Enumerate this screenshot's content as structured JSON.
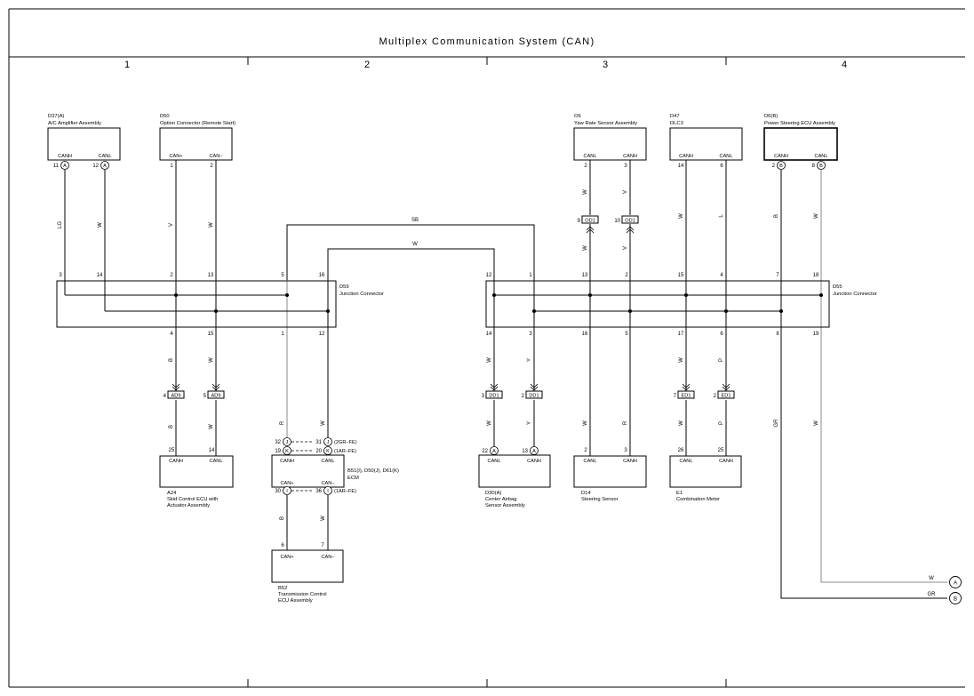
{
  "title": "Multiplex Communication System (CAN)",
  "zones": [
    "1",
    "2",
    "3",
    "4"
  ],
  "components": {
    "d37": {
      "code": "D37(A)",
      "name": "A/C Amplifier Assembly",
      "pins": [
        "CANH",
        "CANL"
      ],
      "pin_nums": [
        "11",
        "12"
      ],
      "connector": "A"
    },
    "d50": {
      "code": "D50",
      "name": "Option Connector (Remote Start)",
      "pins": [
        "CAN+",
        "CAN−"
      ],
      "pin_nums": [
        "1",
        "2"
      ]
    },
    "o6": {
      "code": "O6",
      "name": "Yaw Rate Sensor Assembly",
      "pins": [
        "CANL",
        "CANH"
      ],
      "pin_nums": [
        "2",
        "3"
      ]
    },
    "d47": {
      "code": "D47",
      "name": "DLC3",
      "pins": [
        "CANH",
        "CANL"
      ],
      "pin_nums": [
        "14",
        "6"
      ]
    },
    "d6": {
      "code": "D6(B)",
      "name": "Power Steering ECU Assembly",
      "pins": [
        "CANH",
        "CANL"
      ],
      "pin_nums": [
        "2",
        "8"
      ],
      "connector": "B"
    },
    "a24": {
      "code": "A24",
      "name_lines": [
        "Skid Control ECU with",
        "Actuator Assembly"
      ],
      "pins": [
        "CANH",
        "CANL"
      ],
      "pin_nums": [
        "25",
        "14"
      ]
    },
    "ecm": {
      "code": "B51(I), D50(J), D61(K)",
      "name": "ECM",
      "pins": [
        "CANH",
        "CANL",
        "CAN+",
        "CAN−"
      ],
      "rows": [
        {
          "l": "32",
          "lc": "J",
          "r": "31",
          "rc": "J",
          "note": "(2GR−FE)"
        },
        {
          "l": "19",
          "lc": "K",
          "r": "20",
          "rc": "K",
          "note": "(1AR−FE)"
        },
        {
          "l": "30",
          "lc": "I",
          "r": "36",
          "rc": "I",
          "note": "(1AR−FE)"
        }
      ]
    },
    "b52": {
      "code": "B52",
      "name_lines": [
        "Transmission Control",
        "ECU Assembly"
      ],
      "pins": [
        "CAN+",
        "CAN−"
      ],
      "pin_nums": [
        "6",
        "7"
      ]
    },
    "d30": {
      "code": "D30(A)",
      "name_lines": [
        "Center Airbag",
        "Sensor Assembly"
      ],
      "pins": [
        "CANL",
        "CANH"
      ],
      "pin_nums": [
        "22",
        "13"
      ],
      "connector": "A"
    },
    "d14": {
      "code": "D14",
      "name": "Steering Sensor",
      "pins": [
        "CANL",
        "CANH"
      ],
      "pin_nums": [
        "2",
        "3"
      ]
    },
    "e1": {
      "code": "E1",
      "name": "Combination Meter",
      "pins": [
        "CANL",
        "CANH"
      ],
      "pin_nums": [
        "26",
        "25"
      ]
    }
  },
  "junctions": {
    "d59": {
      "code": "D59",
      "name": "Junction Connector",
      "top_pins": [
        "3",
        "14",
        "2",
        "13",
        "5",
        "16"
      ],
      "bottom_pins": [
        "4",
        "15",
        "1",
        "12"
      ]
    },
    "d55": {
      "code": "D55",
      "name": "Junction Connector",
      "top_pins": [
        "12",
        "1",
        "13",
        "2",
        "15",
        "4",
        "7",
        "18"
      ],
      "bottom_pins": [
        "14",
        "3",
        "16",
        "5",
        "17",
        "6",
        "8",
        "19"
      ]
    }
  },
  "splices": {
    "ad9": {
      "label": "AD9",
      "pins": [
        "4",
        "5"
      ]
    },
    "od1_top": {
      "label": "OD1",
      "pins": [
        "9",
        "10"
      ]
    },
    "dd1": {
      "label": "DD1",
      "pins": [
        "3",
        "2"
      ]
    },
    "ed1": {
      "label": "ED1",
      "pins": [
        "7",
        "2"
      ]
    }
  },
  "wire_colors": {
    "d37": [
      "LG",
      "W"
    ],
    "d50": [
      "V",
      "W"
    ],
    "o6_upper": [
      "W",
      "V"
    ],
    "o6_lower": [
      "W",
      "V"
    ],
    "d47": [
      "W",
      "L"
    ],
    "d6": [
      "B",
      "W"
    ],
    "cross_sb": "SB",
    "cross_w": "W",
    "ad9_upper": [
      "B",
      "W"
    ],
    "ad9_lower": [
      "B",
      "W"
    ],
    "ecm": [
      "R",
      "W"
    ],
    "b52": [
      "B",
      "W"
    ],
    "dd1_upper": [
      "W",
      "Y"
    ],
    "dd1_lower": [
      "W",
      "Y"
    ],
    "d14": [
      "W",
      "R"
    ],
    "ed1_upper": [
      "W",
      "P"
    ],
    "ed1_lower": [
      "W",
      "P"
    ],
    "out": [
      "GR",
      "W"
    ],
    "out_a": "W",
    "out_b": "GR"
  },
  "offpage": [
    "A",
    "B"
  ]
}
